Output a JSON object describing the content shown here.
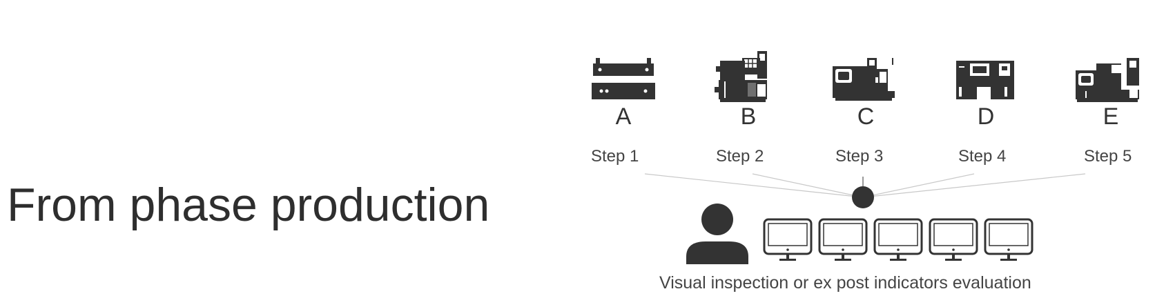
{
  "title": "From phase production",
  "machines": [
    {
      "letter": "A",
      "step": "Step 1",
      "icon": "press-machine-icon"
    },
    {
      "letter": "B",
      "step": "Step 2",
      "icon": "cnc-lathe-icon"
    },
    {
      "letter": "C",
      "step": "Step 3",
      "icon": "machining-center-icon"
    },
    {
      "letter": "D",
      "step": "Step 4",
      "icon": "enclosed-cnc-icon"
    },
    {
      "letter": "E",
      "step": "Step 5",
      "icon": "cnc-lathe-icon"
    }
  ],
  "caption": "Visual inspection or ex post indicators evaluation",
  "icons": {
    "operator": "person-icon",
    "monitor": "monitor-icon",
    "hub": "hub-node-icon"
  },
  "monitor_count": 5,
  "colors": {
    "ink": "#333333",
    "line": "#c8c8c8"
  }
}
